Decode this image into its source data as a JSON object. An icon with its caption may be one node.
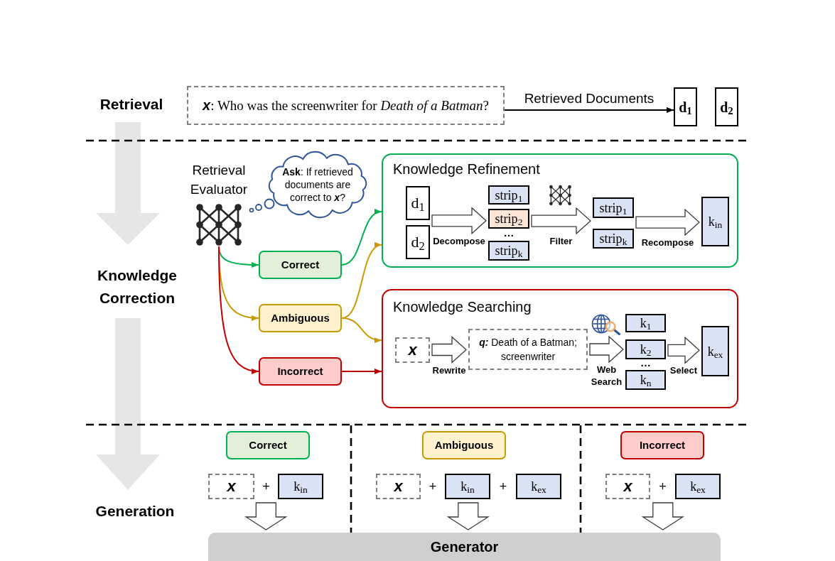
{
  "diagram": {
    "nodes": [
      {
        "text": [
          "**x**: Who was the screenwriter for *Death of a Batman*?"
        ]
      },
      {
        "text": [
          "d$_{1}$"
        ]
      },
      {
        "text": [
          "d$_{2}$"
        ]
      },
      {
        "text": [
          "Retrieval Evaluator"
        ]
      },
      {
        "text": [
          "**Ask**: If retrieved documents are correct to *x*?"
        ]
      },
      {
        "text": [
          "Knowledge Refinement"
        ]
      },
      {
        "text": [
          "d$_{1}$"
        ],
        "in": 5
      },
      {
        "text": [
          "d$_{2}$"
        ],
        "in": 5
      },
      {
        "text": [
          "strip$_{1}$"
        ],
        "in": 5
      },
      {
        "text": [
          "strip$_{2}$"
        ],
        "in": 5
      },
      {
        "text": [
          "strip$_{k}$"
        ],
        "in": 5
      },
      {
        "text": [
          "strip$_{1}$"
        ],
        "in": 5
      },
      {
        "text": [
          "strip$_{k}$"
        ],
        "in": 5
      },
      {
        "text": [
          "k$_{in}$"
        ],
        "in": 5
      },
      {
        "text": [
          "Correct"
        ]
      },
      {
        "text": [
          "Ambiguous"
        ]
      },
      {
        "text": [
          "Knowledge Searching"
        ]
      },
      {
        "text": [
          "x"
        ],
        "in": 16
      },
      {
        "text": [
          "*q:* Death of a Batman; screenwriter"
        ],
        "in": 16
      },
      {
        "text": [
          "k$_{1}$"
        ],
        "in": 16
      },
      {
        "text": [
          "k$_{2}$"
        ],
        "in": 16
      },
      {
        "text": [
          "k$_{n}$"
        ],
        "in": 16
      },
      {
        "text": [
          "k$_{ex}$"
        ],
        "in": 16
      },
      {
        "text": [
          "Incorrect"
        ]
      },
      {
        "text": [
          "Correct"
        ]
      },
      {
        "text": [
          "Ambiguous"
        ]
      },
      {
        "text": [
          "Incorrect"
        ]
      },
      {
        "text": [
          "x"
        ]
      },
      {
        "text": [
          "k$_{in}$"
        ]
      },
      {
        "text": [
          "x"
        ]
      },
      {
        "text": [
          "k$_{in}$"
        ]
      },
      {
        "text": [
          "k$_{ex}$"
        ]
      },
      {
        "text": [
          "x"
        ]
      },
      {
        "text": [
          "k$_{ex}$"
        ]
      },
      {
        "text": [
          "Generator"
        ]
      }
    ],
    "edges": [
      {
        "from": 0,
        "to": 1,
        "arrow": "to",
        "label": "Retrieved Documents",
        "color": "#000000"
      },
      {
        "from": 3,
        "to": 14,
        "arrow": "to",
        "color": "#00b050"
      },
      {
        "from": 3,
        "to": 15,
        "arrow": "to",
        "color": "#c99a06"
      },
      {
        "from": 3,
        "to": 23,
        "arrow": "to",
        "color": "#c00000"
      },
      {
        "from": 14,
        "to": 5,
        "arrow": "to",
        "color": "#00b050"
      },
      {
        "from": 15,
        "to": 5,
        "arrow": "to",
        "color": "#c99a06"
      },
      {
        "from": 15,
        "to": 16,
        "arrow": "to",
        "color": "#c99a06"
      },
      {
        "from": 23,
        "to": 16,
        "arrow": "to",
        "color": "#c00000"
      },
      {
        "from": 6,
        "to": 9,
        "arrow": "to",
        "style": "thick",
        "label": "Decompose"
      },
      {
        "from": 7,
        "to": 9,
        "arrow": "to",
        "style": "thick"
      },
      {
        "from": 9,
        "to": 11,
        "arrow": "to",
        "style": "thick",
        "label": "Filter"
      },
      {
        "from": 9,
        "to": 12,
        "arrow": "to",
        "style": "thick"
      },
      {
        "from": 11,
        "to": 13,
        "arrow": "to",
        "style": "thick",
        "label": "Recompose"
      },
      {
        "from": 12,
        "to": 13,
        "arrow": "to",
        "style": "thick"
      },
      {
        "from": 17,
        "to": 18,
        "arrow": "to",
        "style": "thick",
        "label": "Rewrite"
      },
      {
        "from": 18,
        "to": 20,
        "arrow": "to",
        "style": "thick",
        "label": "Web Search"
      },
      {
        "from": 20,
        "to": 22,
        "arrow": "to",
        "style": "thick",
        "label": "Select"
      },
      {
        "from": 27,
        "to": 34,
        "arrow": "to",
        "style": "thick"
      },
      {
        "from": 28,
        "to": 34,
        "arrow": "to",
        "style": "thick"
      },
      {
        "from": 29,
        "to": 34,
        "arrow": "to",
        "style": "thick"
      },
      {
        "from": 30,
        "to": 34,
        "arrow": "to",
        "style": "thick"
      },
      {
        "from": 31,
        "to": 34,
        "arrow": "to",
        "style": "thick"
      },
      {
        "from": 32,
        "to": 34,
        "arrow": "to",
        "style": "thick"
      },
      {
        "from": 33,
        "to": 34,
        "arrow": "to",
        "style": "thick"
      }
    ],
    "labels": [
      "Retrieval",
      "…",
      "Knowledge Correction",
      "…",
      "+",
      "+",
      "+",
      "+",
      "Generation"
    ]
  }
}
